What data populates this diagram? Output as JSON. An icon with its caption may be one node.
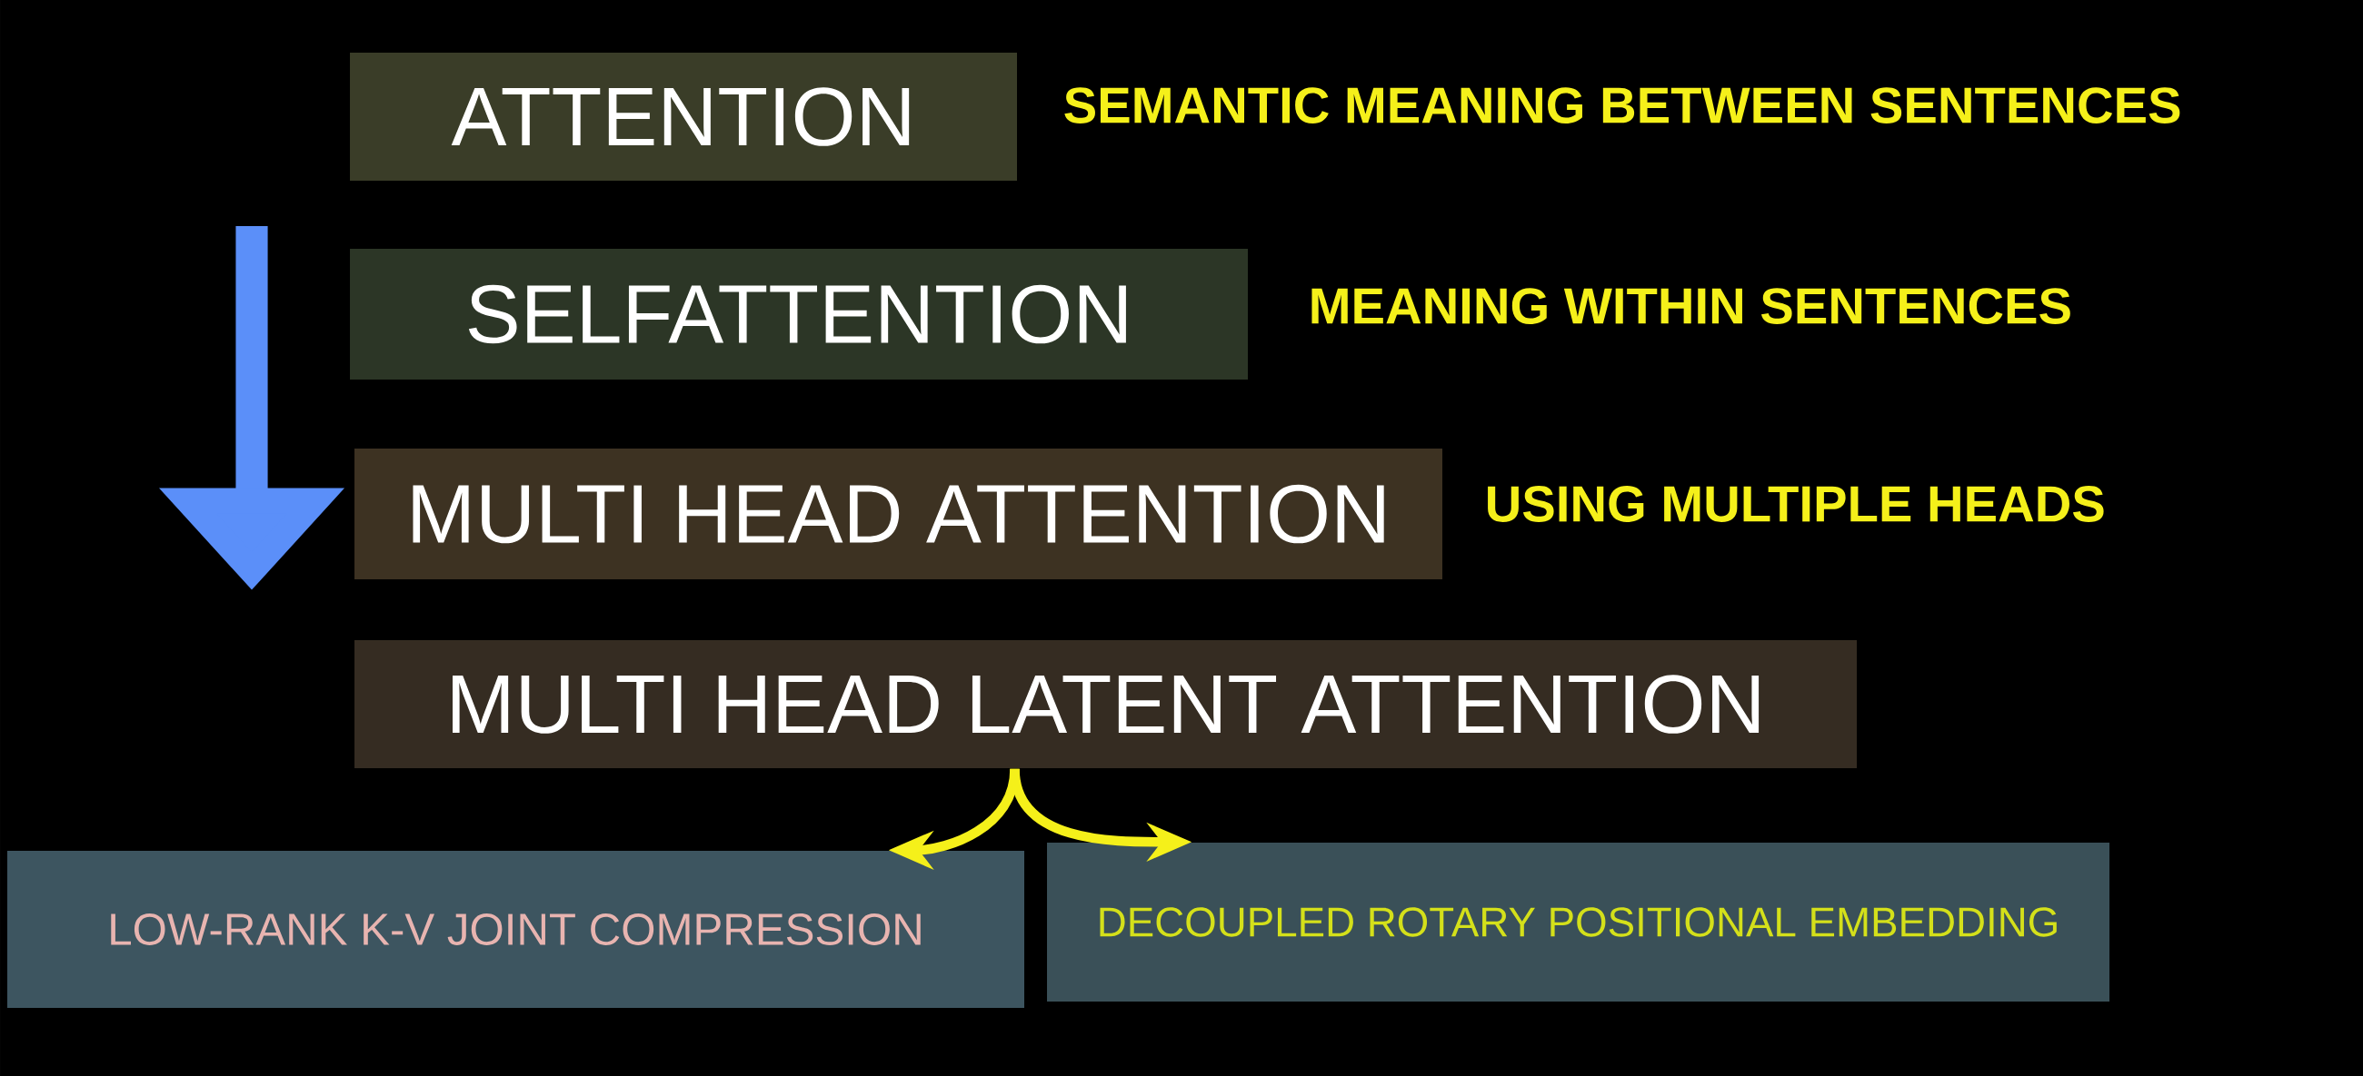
{
  "diagram": {
    "nodes": [
      {
        "text": [
          "ATTENTION"
        ],
        "beside": [
          "SEMANTIC MEANING BETWEEN SENTENCES"
        ]
      },
      {
        "text": [
          "SELFATTENTION"
        ],
        "beside": [
          "MEANING WITHIN SENTENCES"
        ]
      },
      {
        "text": [
          "MULTI HEAD ATTENTION"
        ],
        "beside": [
          "USING MULTIPLE HEADS"
        ]
      },
      {
        "text": [
          "MULTI HEAD LATENT ATTENTION"
        ]
      },
      {
        "text": [
          "LOW-RANK K-V JOINT COMPRESSION"
        ]
      },
      {
        "text": [
          "DECOUPLED ROTARY POSITIONAL EMBEDDING"
        ]
      }
    ],
    "edges": [
      {
        "from": 3,
        "to": 4,
        "arrow": "to"
      },
      {
        "from": 3,
        "to": 5,
        "arrow": "to"
      }
    ]
  }
}
